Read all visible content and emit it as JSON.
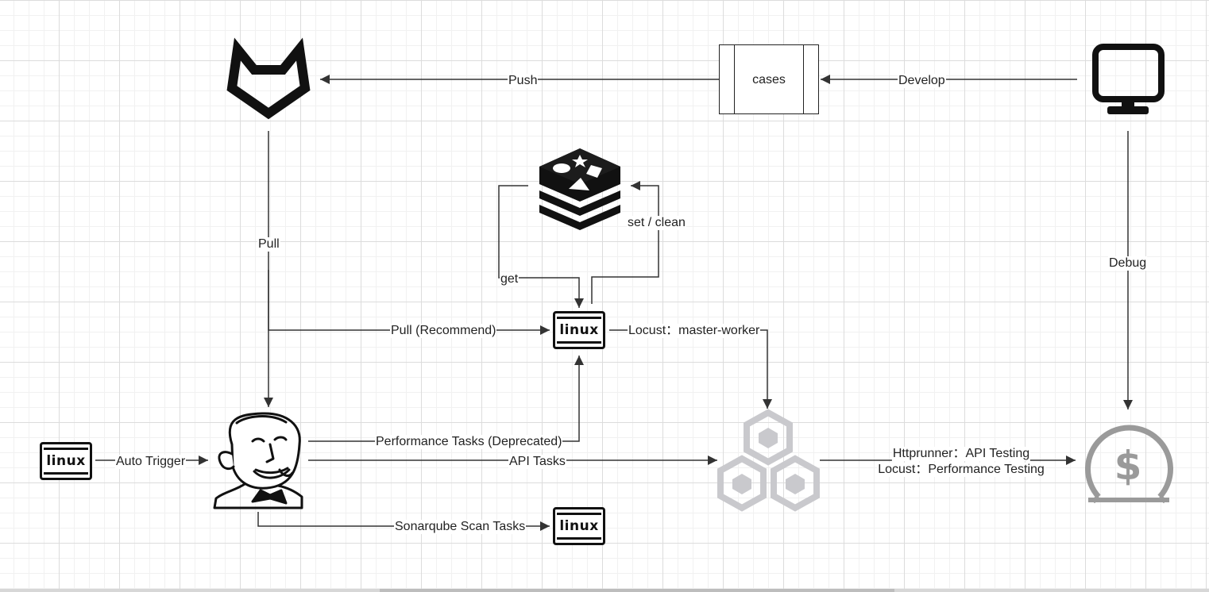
{
  "nodes": {
    "cases_label": "cases",
    "linux_label": "linux"
  },
  "edges": {
    "push": "Push",
    "develop": "Develop",
    "pull": "Pull",
    "get": "get",
    "set_clean": "set / clean",
    "debug": "Debug",
    "pull_recommend": "Pull (Recommend)",
    "locust_master_worker": "Locust：master-worker",
    "performance_tasks": "Performance Tasks (Deprecated)",
    "auto_trigger": "Auto Trigger",
    "api_tasks": "API Tasks",
    "httprunner": "Httprunner：API Testing",
    "locust_perf": "Locust：Performance Testing",
    "sonarqube": "Sonarqube Scan Tasks"
  },
  "icons": {
    "gitlab": "gitlab-icon",
    "monitor": "monitor-icon",
    "redis": "redis-icon",
    "jenkins": "jenkins-icon",
    "cluster": "hexagon-cluster-icon",
    "target": "dollar-target-icon"
  },
  "colors": {
    "line": "#333333",
    "icon_dark": "#111111",
    "icon_gray": "#9a9a9a",
    "cluster": "#c9c9cd"
  }
}
